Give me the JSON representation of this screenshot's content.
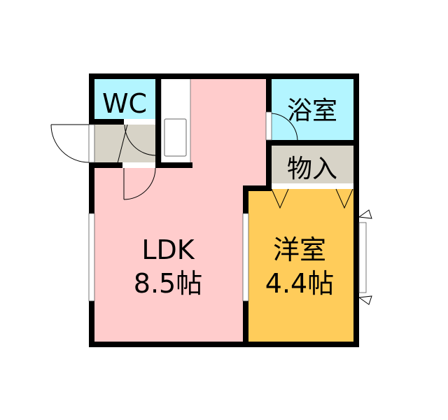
{
  "colors": {
    "wall": "#000000",
    "ldk": "#ffcccc",
    "wet": "#b3f5ff",
    "storage": "#d7d3c7",
    "western": "#ffcc5a",
    "fixture": "#ffffff"
  },
  "rooms": {
    "wc": {
      "label": "WC"
    },
    "bath": {
      "label": "浴室"
    },
    "storage": {
      "label": "物入"
    },
    "ldk": {
      "label": "LDK",
      "size": "8.5帖"
    },
    "western": {
      "label": "洋室",
      "size": "4.4帖"
    }
  }
}
